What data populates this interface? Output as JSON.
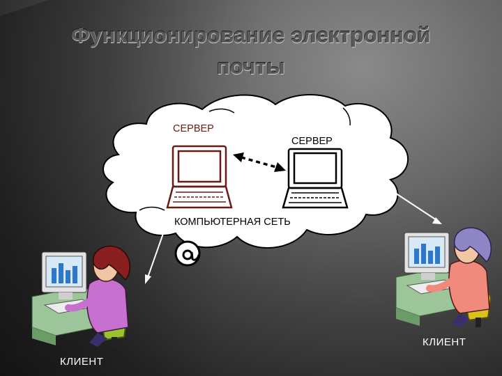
{
  "slide": {
    "title_line1": "Функционирование электронной",
    "title_line2": "почты"
  },
  "diagram": {
    "server_left_label": "СЕРВЕР",
    "server_right_label": "СЕРВЕР",
    "network_label": "КОМПЬЮТЕРНАЯ СЕТЬ",
    "client_left_label": "КЛИЕНТ",
    "client_right_label": "КЛИЕНТ"
  },
  "colors": {
    "server_left": "#6b1a12",
    "server_right": "#000000",
    "cloud_fill": "#ffffff",
    "client_label": "#ffffff"
  },
  "icons": [
    "cloud",
    "computer-icon",
    "person-at-computer-icon",
    "at-sign-icon"
  ]
}
